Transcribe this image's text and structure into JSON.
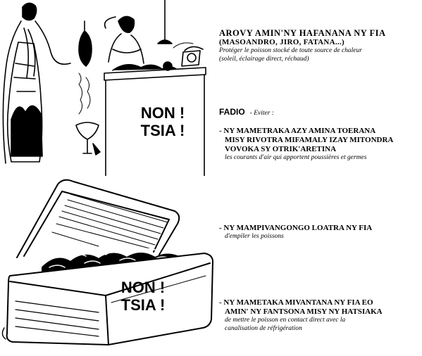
{
  "illustrations": {
    "market_scene": {
      "icon": "market-stall-illustration"
    },
    "freezer_scene": {
      "icon": "open-freezer-illustration"
    }
  },
  "stamps": {
    "top": {
      "line1": "NON !",
      "line2": "TSIA !"
    },
    "bottom": {
      "line1": "NON !",
      "line2": "TSIA !"
    }
  },
  "section1": {
    "title": "AROVY AMIN'NY HAFANANA NY FIA",
    "subtitle": "(MASOANDRO, JIRO, FATANA...)",
    "french_line1": "Protéger le poisson stocké de toute source de chaleur",
    "french_line2": "(soleil, éclairage direct, réchaud)"
  },
  "fadio": {
    "label": "FADIO",
    "french": "- Eviter :"
  },
  "items": [
    {
      "lines": [
        "- NY MAMETRAKA AZY AMINA TOERANA",
        "MISY RIVOTRA MIFAMALY IZAY MITONDRA",
        "VOVOKA SY OTRIK'ARETINA"
      ],
      "french": [
        "les courants d'air qui apportent poussières et germes"
      ]
    },
    {
      "lines": [
        "- NY MAMPIVANGONGO LOATRA NY FIA"
      ],
      "french": [
        "d'empiler les poissons"
      ]
    },
    {
      "lines": [
        "- NY MAMETAKA MIVANTANA NY FIA EO",
        "AMIN' NY FANTSONA MISY NY HATSIAKA"
      ],
      "french": [
        "de mettre le poisson en contact direct avec la",
        "canalisation de réfrigération"
      ]
    }
  ]
}
